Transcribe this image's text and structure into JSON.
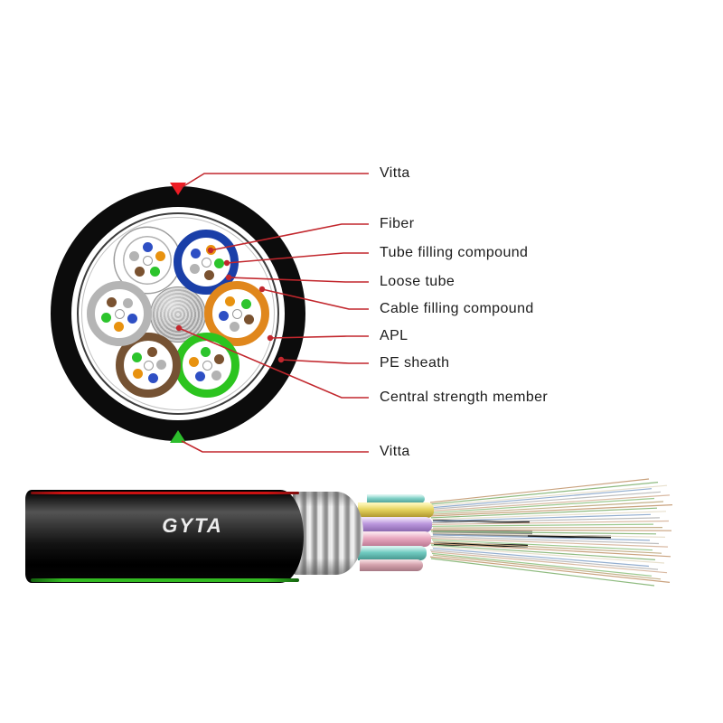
{
  "colors": {
    "background": "#ffffff",
    "leader_line": "#c2272d",
    "marker_red": "#ed1c24",
    "marker_green": "#2dbe2d",
    "sheath_black": "#0c0c0c",
    "stripe_red": "#cc1111",
    "stripe_green": "#33bb22"
  },
  "cross_section": {
    "labels": [
      {
        "id": "vitta-top",
        "text": "Vitta"
      },
      {
        "id": "fiber",
        "text": "Fiber"
      },
      {
        "id": "tube-filling-compound",
        "text": "Tube filling compound"
      },
      {
        "id": "loose-tube",
        "text": "Loose tube"
      },
      {
        "id": "cable-filling-compound",
        "text": "Cable filling compound"
      },
      {
        "id": "apl",
        "text": "APL"
      },
      {
        "id": "pe-sheath",
        "text": "PE sheath"
      },
      {
        "id": "central-strength-member",
        "text": "Central strength member"
      },
      {
        "id": "vitta-bottom",
        "text": "Vitta"
      }
    ],
    "tube_names": [
      "white",
      "blue",
      "orange",
      "green",
      "brown",
      "gray"
    ],
    "tube_colors": [
      "#ffffff",
      "#1a3fa8",
      "#e0871c",
      "#2cc41f",
      "#755233",
      "#b5b5b5"
    ],
    "fiber_dot_colors": [
      "#2e4fc4",
      "#e8920f",
      "#2cc42c",
      "#7a5230",
      "#b3b3b3"
    ]
  },
  "cable_3d": {
    "model_label": "GYTA",
    "tube_band_colors": [
      {
        "name": "teal-top",
        "top": "#d9f4f0",
        "mid": "#7fd0c6",
        "bottom": "#4f9e95"
      },
      {
        "name": "yellow",
        "top": "#fdf6b8",
        "mid": "#e6d45f",
        "bottom": "#ae962f"
      },
      {
        "name": "purple",
        "top": "#eee0f8",
        "mid": "#bb97dd",
        "bottom": "#8a67ae"
      },
      {
        "name": "pink",
        "top": "#fbe3ec",
        "mid": "#e8a8c0",
        "bottom": "#bd7a94"
      },
      {
        "name": "teal",
        "top": "#d6f3ef",
        "mid": "#72ccc2",
        "bottom": "#47978e"
      },
      {
        "name": "rose",
        "top": "#f3d8dd",
        "mid": "#d5a3ae",
        "bottom": "#a97b87"
      }
    ],
    "fiber_palette": [
      "#c9a27e",
      "#8fbb80",
      "#e8e0cd",
      "#93aed0",
      "#bdbdbd",
      "#d9b9a2",
      "#9cc98f",
      "#c4b089"
    ]
  }
}
